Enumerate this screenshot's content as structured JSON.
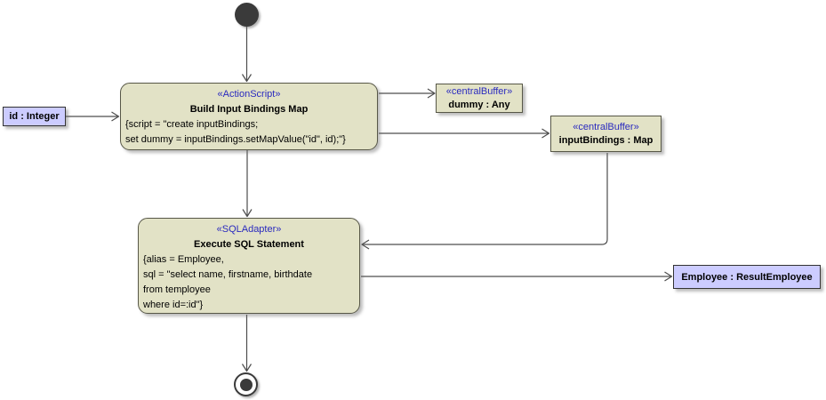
{
  "diagram_type": "uml-activity-diagram",
  "colors": {
    "action_node_fill": "#E2E2C6",
    "buffer_node_fill": "#E2E2C6",
    "object_node_fill": "#CCCCFF",
    "stereotype_text": "#2A2ABF",
    "node_border": "#575747",
    "object_border": "#333333",
    "connector": "#4D4D4D",
    "initial_final_fill": "#3A3A3A"
  },
  "nodes": {
    "initial": {
      "type": "initial-node"
    },
    "id_object": {
      "label": "id : Integer"
    },
    "build_action": {
      "stereotype": "«ActionScript»",
      "title": "Build Input Bindings Map",
      "body_lines": [
        "{script = \"create inputBindings;",
        "set dummy = inputBindings.setMapValue(\"id\", id);\"}"
      ]
    },
    "dummy_buffer": {
      "stereotype": "«centralBuffer»",
      "label": "dummy : Any"
    },
    "input_bindings_buffer": {
      "stereotype": "«centralBuffer»",
      "label": "inputBindings : Map"
    },
    "execute_action": {
      "stereotype": "«SQLAdapter»",
      "title": "Execute SQL Statement",
      "body_lines": [
        "{alias = Employee,",
        "sql = \"select name, firstname, birthdate",
        "from temployee",
        "where id=:id\"}"
      ]
    },
    "employee_object": {
      "label": "Employee : ResultEmployee"
    },
    "final": {
      "type": "activity-final-node"
    }
  },
  "edges": [
    {
      "from": "initial",
      "to": "build_action"
    },
    {
      "from": "id_object",
      "to": "build_action"
    },
    {
      "from": "build_action",
      "to": "dummy_buffer"
    },
    {
      "from": "build_action",
      "to": "input_bindings_buffer"
    },
    {
      "from": "build_action",
      "to": "execute_action"
    },
    {
      "from": "input_bindings_buffer",
      "to": "execute_action"
    },
    {
      "from": "execute_action",
      "to": "employee_object"
    },
    {
      "from": "execute_action",
      "to": "final"
    }
  ]
}
